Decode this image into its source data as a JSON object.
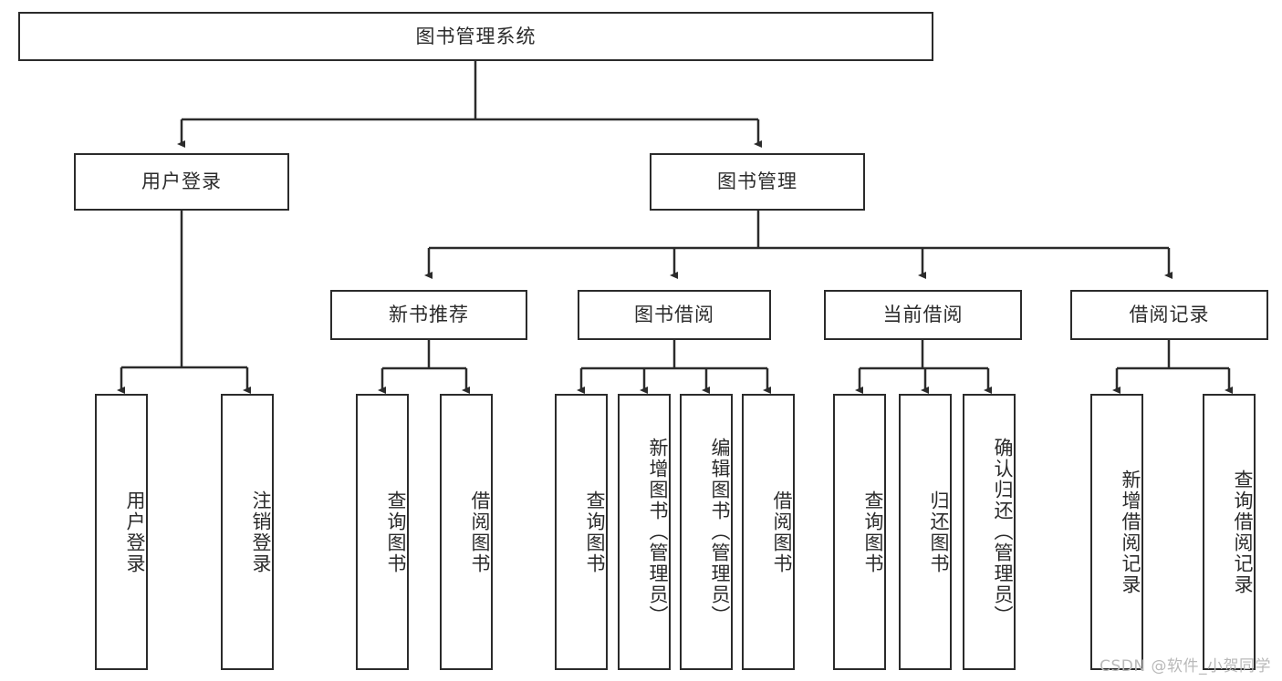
{
  "diagram": {
    "title": "图书管理系统",
    "watermark": "CSDN @软件_小贺同学",
    "colors": {
      "stroke": "#2b2b2b",
      "fill": "#ffffff",
      "text": "#2b2b2b",
      "watermark": "#b9b9b9"
    },
    "nodes": {
      "root": {
        "label": "图书管理系统"
      },
      "level1": [
        {
          "label": "用户登录"
        },
        {
          "label": "图书管理"
        }
      ],
      "level2": [
        {
          "label": "新书推荐"
        },
        {
          "label": "图书借阅"
        },
        {
          "label": "当前借阅"
        },
        {
          "label": "借阅记录"
        }
      ],
      "leaves": {
        "user_login": [
          {
            "label": "用户登录"
          },
          {
            "label": "注销登录"
          }
        ],
        "new_book": [
          {
            "label": "查询图书"
          },
          {
            "label": "借阅图书"
          }
        ],
        "book_borrow": [
          {
            "label": "查询图书"
          },
          {
            "label": "新增图书（管理员）"
          },
          {
            "label": "编辑图书（管理员）"
          },
          {
            "label": "借阅图书"
          }
        ],
        "current_borrow": [
          {
            "label": "查询图书"
          },
          {
            "label": "归还图书"
          },
          {
            "label": "确认归还（管理员）"
          }
        ],
        "borrow_record": [
          {
            "label": "新增借阅记录"
          },
          {
            "label": "查询借阅记录"
          }
        ]
      }
    }
  }
}
